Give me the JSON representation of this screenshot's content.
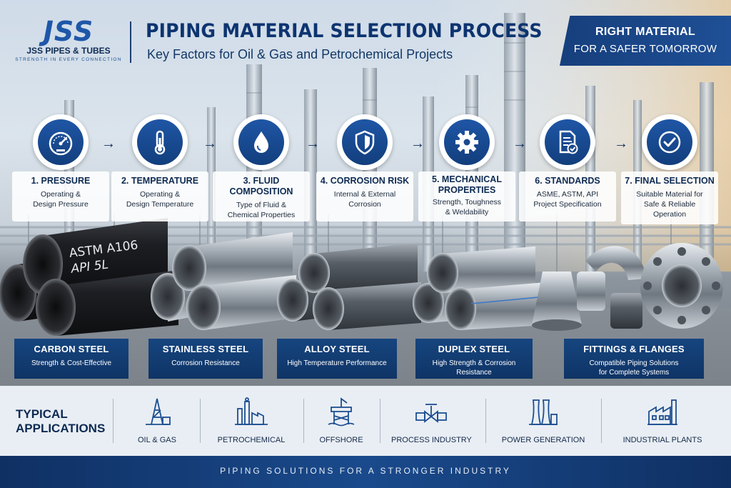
{
  "brand": {
    "logo": "JSS",
    "name": "JSS PIPES & TUBES",
    "tagline": "STRENGTH IN EVERY CONNECTION"
  },
  "header": {
    "title": "PIPING MATERIAL SELECTION PROCESS",
    "subtitle": "Key Factors for Oil & Gas and Petrochemical Projects"
  },
  "banner": {
    "line1": "RIGHT MATERIAL",
    "line2": "FOR A SAFER TOMORROW"
  },
  "steps": [
    {
      "title": "1. PRESSURE",
      "desc1": "Operating &",
      "desc2": "Design Pressure",
      "icon": "gauge-icon"
    },
    {
      "title": "2. TEMPERATURE",
      "desc1": "Operating &",
      "desc2": "Design Temperature",
      "icon": "thermometer-icon"
    },
    {
      "title": "3. FLUID COMPOSITION",
      "desc1": "Type of Fluid &",
      "desc2": "Chemical Properties",
      "icon": "droplet-icon"
    },
    {
      "title": "4. CORROSION RISK",
      "desc1": "Internal & External",
      "desc2": "Corrosion",
      "icon": "shield-icon"
    },
    {
      "title": "5. MECHANICAL",
      "title2": "PROPERTIES",
      "desc1": "Strength, Toughness",
      "desc2": "& Weldability",
      "icon": "gear-icon"
    },
    {
      "title": "6. STANDARDS",
      "desc1": "ASME, ASTM, API",
      "desc2": "Project Specification",
      "icon": "document-check-icon"
    },
    {
      "title": "7. FINAL SELECTION",
      "desc1": "Suitable Material for",
      "desc2": "Safe & Reliable",
      "desc3": "Operation",
      "icon": "check-circle-icon"
    }
  ],
  "pipe_marking": {
    "line1": "ASTM A106",
    "line2": "API 5L"
  },
  "materials": [
    {
      "title": "CARBON STEEL",
      "desc": "Strength & Cost-Effective"
    },
    {
      "title": "STAINLESS STEEL",
      "desc": "Corrosion Resistance"
    },
    {
      "title": "ALLOY STEEL",
      "desc": "High Temperature Performance"
    },
    {
      "title": "DUPLEX STEEL",
      "desc": "High Strength & Corrosion",
      "desc2": "Resistance"
    },
    {
      "title": "FITTINGS & FLANGES",
      "desc": "Compatible Piping Solutions",
      "desc2": "for Complete Systems"
    }
  ],
  "applications": {
    "title1": "TYPICAL",
    "title2": "APPLICATIONS",
    "items": [
      {
        "label": "OIL & GAS",
        "icon": "oil-rig-icon"
      },
      {
        "label": "PETROCHEMICAL",
        "icon": "refinery-icon"
      },
      {
        "label": "OFFSHORE",
        "icon": "offshore-platform-icon"
      },
      {
        "label": "PROCESS INDUSTRY",
        "icon": "valve-icon"
      },
      {
        "label": "POWER GENERATION",
        "icon": "cooling-tower-icon"
      },
      {
        "label": "INDUSTRIAL PLANTS",
        "icon": "factory-icon"
      }
    ]
  },
  "footer": {
    "text": "PIPING SOLUTIONS FOR A STRONGER INDUSTRY"
  },
  "colors": {
    "primary": "#163f7c",
    "dark": "#0d2a52",
    "accent": "#1f56a6"
  }
}
